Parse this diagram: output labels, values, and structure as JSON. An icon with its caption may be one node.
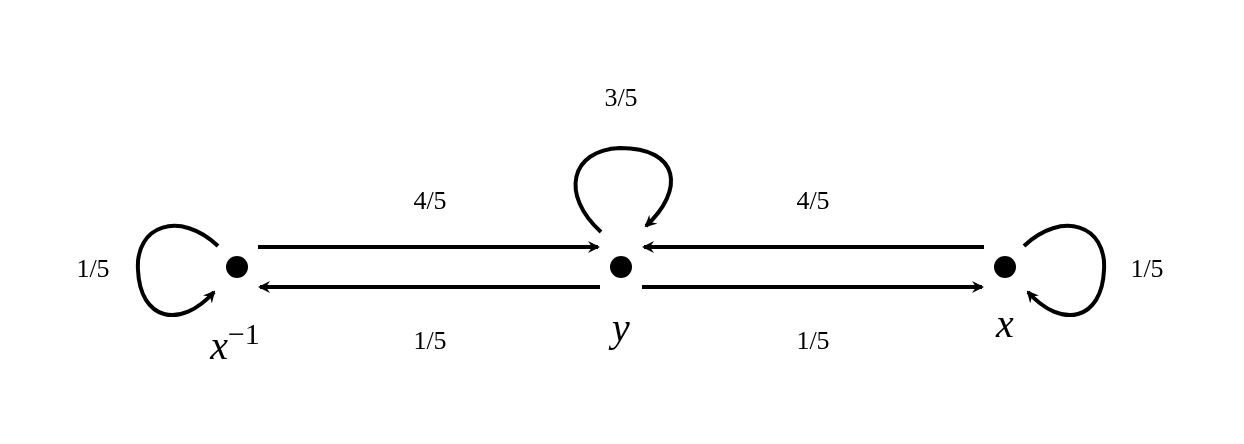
{
  "diagram": {
    "nodes": [
      {
        "text": [],
        "shape": "circle",
        "beside": [
          "*x*$^{−1}$"
        ]
      },
      {
        "text": [],
        "shape": "circle",
        "beside": [
          "*y*"
        ]
      },
      {
        "text": [],
        "shape": "circle",
        "beside": [
          "*x*"
        ]
      }
    ],
    "edges": [
      {
        "from": 0,
        "to": 0,
        "arrow": "to",
        "label": "1/5"
      },
      {
        "from": 0,
        "to": 1,
        "arrow": "to",
        "label": "4/5"
      },
      {
        "from": 1,
        "to": 0,
        "arrow": "to",
        "label": "1/5"
      },
      {
        "from": 1,
        "to": 1,
        "arrow": "to",
        "label": "3/5"
      },
      {
        "from": 2,
        "to": 1,
        "arrow": "to",
        "label": "4/5"
      },
      {
        "from": 1,
        "to": 2,
        "arrow": "to",
        "label": "1/5"
      },
      {
        "from": 2,
        "to": 2,
        "arrow": "to",
        "label": "1/5"
      }
    ]
  }
}
